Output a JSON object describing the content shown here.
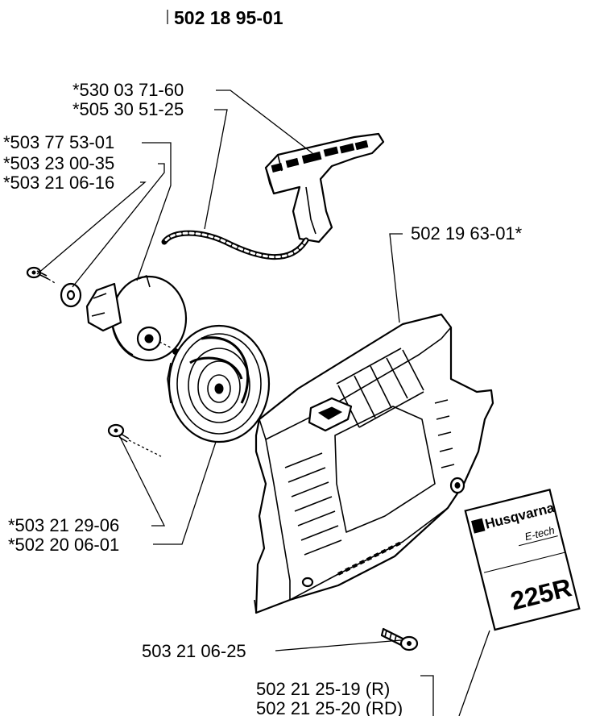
{
  "title": "502 18 95-01",
  "labels": {
    "handle": "*530 03 71-60",
    "rope": "*505 30 51-25",
    "pulley": "*503 77 53-01",
    "washer": "*503 23 00-35",
    "screw_small": "*503 21 06-16",
    "cover": "502 19 63-01*",
    "screw_spring": "*503 21 29-06",
    "spring_housing": "*502 20 06-01",
    "screw_cover": "503 21 06-25",
    "decal_r": "502 21 25-19 (R)",
    "decal_rd": "502 21 25-20 (RD)"
  },
  "decal": {
    "brand": "Husqvarna",
    "subtitle": "E-tech",
    "model": "225R"
  }
}
